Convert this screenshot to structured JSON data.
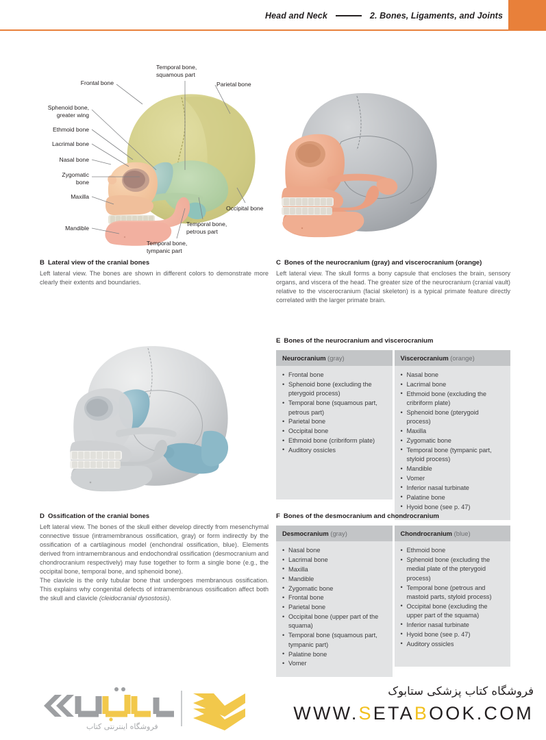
{
  "header": {
    "section": "Head and Neck",
    "chapter": "2.  Bones, Ligaments, and Joints",
    "accent_color": "#e8803a"
  },
  "figures": {
    "B": {
      "letter": "B",
      "title": "Lateral view of the cranial bones",
      "body": "Left lateral view. The bones are shown in different colors to demonstrate more clearly their extents and boundaries.",
      "labels": [
        "Frontal bone",
        "Temporal bone, squamous part",
        "Parietal bone",
        "Sphenoid bone, greater wing",
        "Ethmoid bone",
        "Lacrimal bone",
        "Nasal bone",
        "Zygomatic bone",
        "Maxilla",
        "Mandible",
        "Occipital bone",
        "Temporal bone, petrous part",
        "Temporal bone, tympanic part"
      ],
      "label_lines": {
        "frontal": "Frontal bone",
        "temporal_squamous_1": "Temporal bone,",
        "temporal_squamous_2": "squamous part",
        "parietal": "Parietal bone",
        "sphenoid_1": "Sphenoid bone,",
        "sphenoid_2": "greater wing",
        "ethmoid": "Ethmoid bone",
        "lacrimal": "Lacrimal bone",
        "nasal": "Nasal bone",
        "zygomatic_1": "Zygomatic",
        "zygomatic_2": "bone",
        "maxilla": "Maxilla",
        "mandible": "Mandible",
        "occipital": "Occipital bone",
        "petrous_1": "Temporal bone,",
        "petrous_2": "petrous part",
        "tympanic_1": "Temporal bone,",
        "tympanic_2": "tympanic part"
      },
      "bone_colors": {
        "frontal": "#d4d08a",
        "parietal": "#d4d08a",
        "occipital": "#d4d08a",
        "temporal_squamous": "#b7d3ab",
        "sphenoid": "#a9cbc4",
        "facial": "#f2c7a0",
        "mandible": "#f0b3a0",
        "teeth": "#e8e5da"
      }
    },
    "C": {
      "letter": "C",
      "title": "Bones of the neurocranium (gray) and viscerocranium (orange)",
      "body": "Left lateral view. The skull forms a bony capsule that encloses the brain, sensory organs, and viscera of the head. The greater size of the neurocranium (cranial vault) relative to the viscerocranium (facial skeleton) is a typical primate feature directly correlated with the larger primate brain.",
      "bone_colors": {
        "neurocranium": "#b0b3b7",
        "viscerocranium": "#eda888",
        "teeth": "#eceae4"
      }
    },
    "D": {
      "letter": "D",
      "title": "Ossification of the cranial bones",
      "body_p1": "Left lateral view. The bones of the skull either develop directly from mesenchymal connective tissue (intramembranous ossification, gray) or form indirectly by the ossification of a cartilaginous model (enchondral ossification, blue). Elements derived from intramembranous and endochondral ossification (desmocranium and chondrocranium respectively) may fuse together to form a single bone (e.g., the occipital bone, temporal bone, and sphenoid bone).",
      "body_p2_a": "The clavicle is the only tubular bone that undergoes membranous ossification. This explains why congenital defects of intramembranous ossification affect both the skull and clavicle ",
      "body_p2_italic": "(cleidocranial dysostosis).",
      "bone_colors": {
        "desmocranium": "#c8cacd",
        "chondrocranium": "#93bdcb",
        "teeth": "#f0eeea"
      }
    },
    "E": {
      "letter": "E",
      "title": "Bones of the neurocranium and viscerocranium",
      "columns": [
        {
          "name": "Neurocranium",
          "paren": "(gray)",
          "items": [
            "Frontal bone",
            "Sphenoid bone (excluding the pterygoid process)",
            "Temporal bone (squamous part, petrous part)",
            "Parietal bone",
            "Occipital bone",
            "Ethmoid bone (cribriform plate)",
            "Auditory ossicles"
          ]
        },
        {
          "name": "Viscerocranium",
          "paren": "(orange)",
          "items": [
            "Nasal bone",
            "Lacrimal bone",
            "Ethmoid bone (excluding the cribriform plate)",
            "Sphenoid bone (pterygoid process)",
            "Maxilla",
            "Zygomatic bone",
            "Temporal bone (tympanic part, styloid process)",
            "Mandible",
            "Vomer",
            "Inferior nasal turbinate",
            "Palatine bone",
            "Hyoid bone (see p. 47)"
          ]
        }
      ]
    },
    "F": {
      "letter": "F",
      "title": "Bones of the desmocranium and chondrocranium",
      "columns": [
        {
          "name": "Desmocranium",
          "paren": "(gray)",
          "items": [
            "Nasal bone",
            "Lacrimal bone",
            "Maxilla",
            "Mandible",
            "Zygomatic bone",
            "Frontal bone",
            "Parietal bone",
            "Occipital bone (upper part of the squama)",
            "Temporal bone (squamous part, tympanic part)",
            "Palatine bone",
            "Vomer"
          ]
        },
        {
          "name": "Chondrocranium",
          "paren": "(blue)",
          "items": [
            "Ethmoid bone",
            "Sphenoid bone (excluding the medial plate of the pterygoid process)",
            "Temporal bone (petrous and mastoid parts, styloid process)",
            "Occipital bone (excluding the upper part of the squama)",
            "Inferior nasal turbinate",
            "Hyoid bone (see p. 47)",
            "Auditory ossicles"
          ]
        }
      ]
    }
  },
  "footer": {
    "brand_fa": "فروشگاه کتاب پزشکی ستابوک",
    "logo_sub_fa": "فروشگاه اینترنتی کتاب",
    "url_prefix": "WWW.",
    "url_s": "S",
    "url_eta": "ETA",
    "url_b": "B",
    "url_suffix": "OOK.COM",
    "full_url": "WWW.SETABOOK.COM",
    "highlight_color": "#f2c01e",
    "logo_gray": "#9d9fa2",
    "logo_yellow": "#f2c84b"
  }
}
